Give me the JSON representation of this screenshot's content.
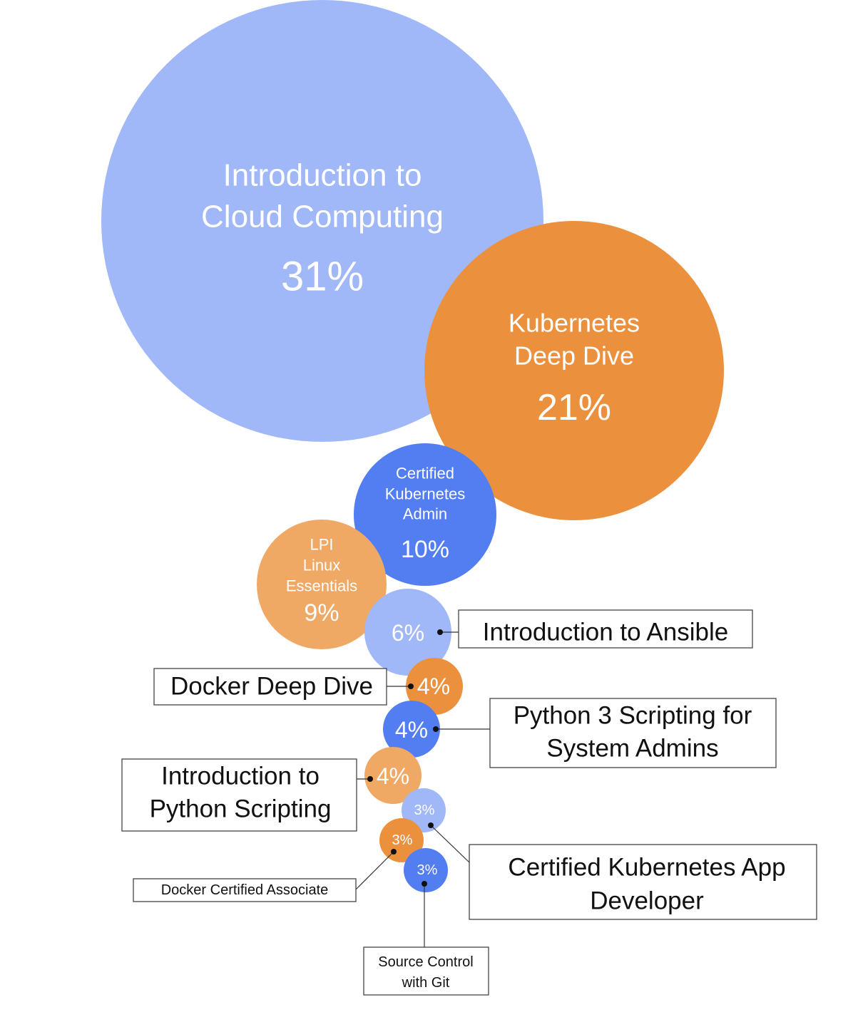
{
  "chart_data": {
    "type": "bubble",
    "title": "",
    "colors": {
      "light_blue": "#a0b8f7",
      "orange": "#eb913e",
      "blue": "#537ef2",
      "light_orange": "#f0a965"
    },
    "bubbles": [
      {
        "name": "Introduction to Cloud Computing",
        "name_lines": [
          "Introduction to",
          "Cloud Computing"
        ],
        "label": "31%",
        "value": 31,
        "color": "#a0b8f7",
        "label_style": "inside"
      },
      {
        "name": "Kubernetes Deep Dive",
        "name_lines": [
          "Kubernetes",
          "Deep Dive"
        ],
        "label": "21%",
        "value": 21,
        "color": "#eb913e",
        "label_style": "inside"
      },
      {
        "name": "Certified Kubernetes Admin",
        "name_lines": [
          "Certified",
          "Kubernetes",
          "Admin"
        ],
        "label": "10%",
        "value": 10,
        "color": "#537ef2",
        "label_style": "inside"
      },
      {
        "name": "LPI Linux Essentials",
        "name_lines": [
          "LPI",
          "Linux",
          "Essentials"
        ],
        "label": "9%",
        "value": 9,
        "color": "#f0a965",
        "label_style": "inside"
      },
      {
        "name": "Introduction to Ansible",
        "name_lines": [
          "Introduction to Ansible"
        ],
        "label": "6%",
        "value": 6,
        "color": "#a0b8f7",
        "label_style": "callout"
      },
      {
        "name": "Docker Deep Dive",
        "name_lines": [
          "Docker Deep Dive"
        ],
        "label": "4%",
        "value": 4,
        "color": "#eb913e",
        "label_style": "callout"
      },
      {
        "name": "Python 3 Scripting for System Admins",
        "name_lines": [
          "Python 3 Scripting for",
          "System Admins"
        ],
        "label": "4%",
        "value": 4,
        "color": "#537ef2",
        "label_style": "callout"
      },
      {
        "name": "Introduction to Python Scripting",
        "name_lines": [
          "Introduction to",
          "Python Scripting"
        ],
        "label": "4%",
        "value": 4,
        "color": "#f0a965",
        "label_style": "callout"
      },
      {
        "name": "Certified Kubernetes App Developer",
        "name_lines": [
          "Certified Kubernetes App",
          "Developer"
        ],
        "label": "3%",
        "value": 3,
        "color": "#a0b8f7",
        "label_style": "callout"
      },
      {
        "name": "Docker Certified Associate",
        "name_lines": [
          "Docker Certified Associate"
        ],
        "label": "3%",
        "value": 3,
        "color": "#eb913e",
        "label_style": "callout"
      },
      {
        "name": "Source Control with Git",
        "name_lines": [
          "Source Control",
          "with Git"
        ],
        "label": "3%",
        "value": 3,
        "color": "#537ef2",
        "label_style": "callout"
      }
    ]
  }
}
